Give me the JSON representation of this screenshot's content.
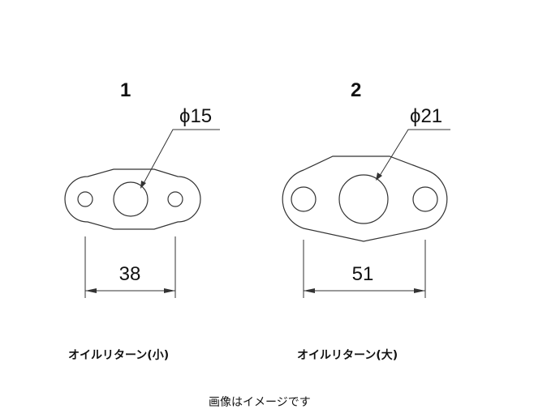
{
  "parts": [
    {
      "number": "1",
      "diameter_label": "ϕ15",
      "dimension_label": "38",
      "caption": "オイルリターン(小)"
    },
    {
      "number": "2",
      "diameter_label": "ϕ21",
      "dimension_label": "51",
      "caption": "オイルリターン(大)"
    }
  ],
  "note": "画像はイメージです"
}
